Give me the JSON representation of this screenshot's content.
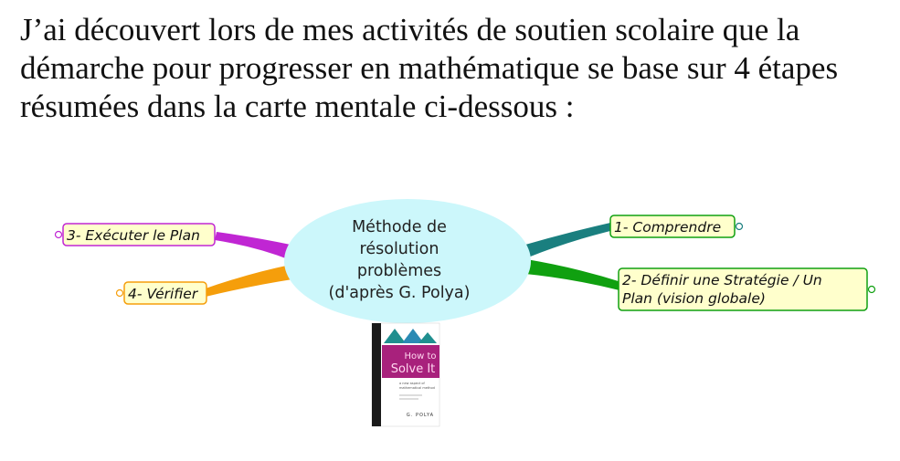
{
  "intro": {
    "line1": "J’ai découvert lors de mes activités de soutien scolaire que la",
    "line2": "démarche pour progresser en mathématique se base sur 4 étapes",
    "line3": "résumées dans la carte mentale ci-dessous :"
  },
  "mindmap": {
    "center": {
      "line1": "Méthode de",
      "line2": "résolution",
      "line3": "problèmes",
      "line4": "(d'après G. Polya)",
      "fill": "#ccf7fb"
    },
    "branches": {
      "step1": {
        "label": "1- Comprendre",
        "color": "#1a7f7f"
      },
      "step2": {
        "line1": "2- Définir une Stratégie / Un",
        "line2": "Plan (vision globale)",
        "color": "#10a010"
      },
      "step3": {
        "label": "3- Exécuter le Plan",
        "color": "#c026d3"
      },
      "step4": {
        "label": "4- Vérifier",
        "color": "#f59e0b"
      }
    },
    "node_fill": "#ffffcc",
    "book": {
      "title_line1": "How to",
      "title_line2": "Solve It",
      "subtitle_line1": "a new aspect of",
      "subtitle_line2": "mathematical method",
      "author": "G. POLYA",
      "colors": {
        "band": "#a8217c",
        "spine": "#1a1a1a",
        "accent": "#2a8ab4",
        "teal": "#1f8f8f"
      }
    }
  }
}
